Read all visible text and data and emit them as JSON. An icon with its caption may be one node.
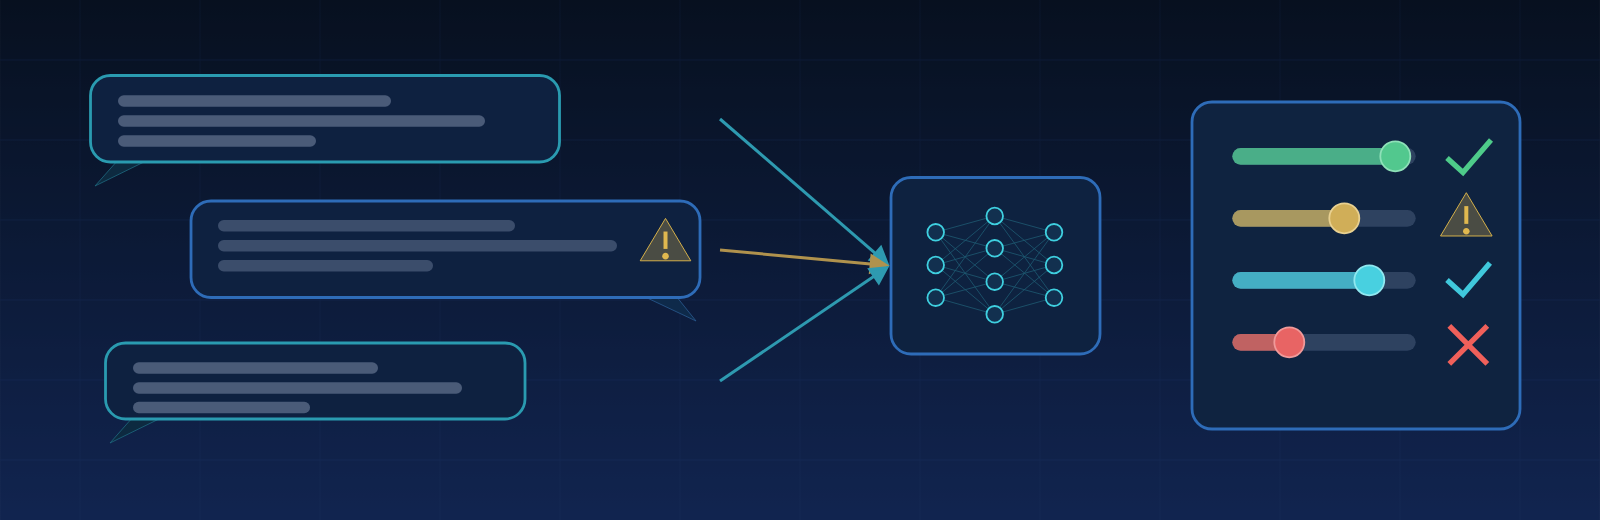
{
  "diagram": {
    "nodes": [
      {
        "text": [],
        "shape": "bubble"
      },
      {
        "text": [],
        "shape": "bubble"
      },
      {
        "text": [],
        "shape": "bubble"
      },
      {
        "text": [],
        "shape": "box"
      },
      {
        "text": [],
        "shape": "box"
      }
    ],
    "edges": [
      {
        "from": null,
        "to": 3,
        "arrow": "to"
      },
      {
        "from": null,
        "to": 3,
        "arrow": "to",
        "color": "#b0924d"
      },
      {
        "from": null,
        "to": 3,
        "arrow": "to"
      }
    ]
  }
}
